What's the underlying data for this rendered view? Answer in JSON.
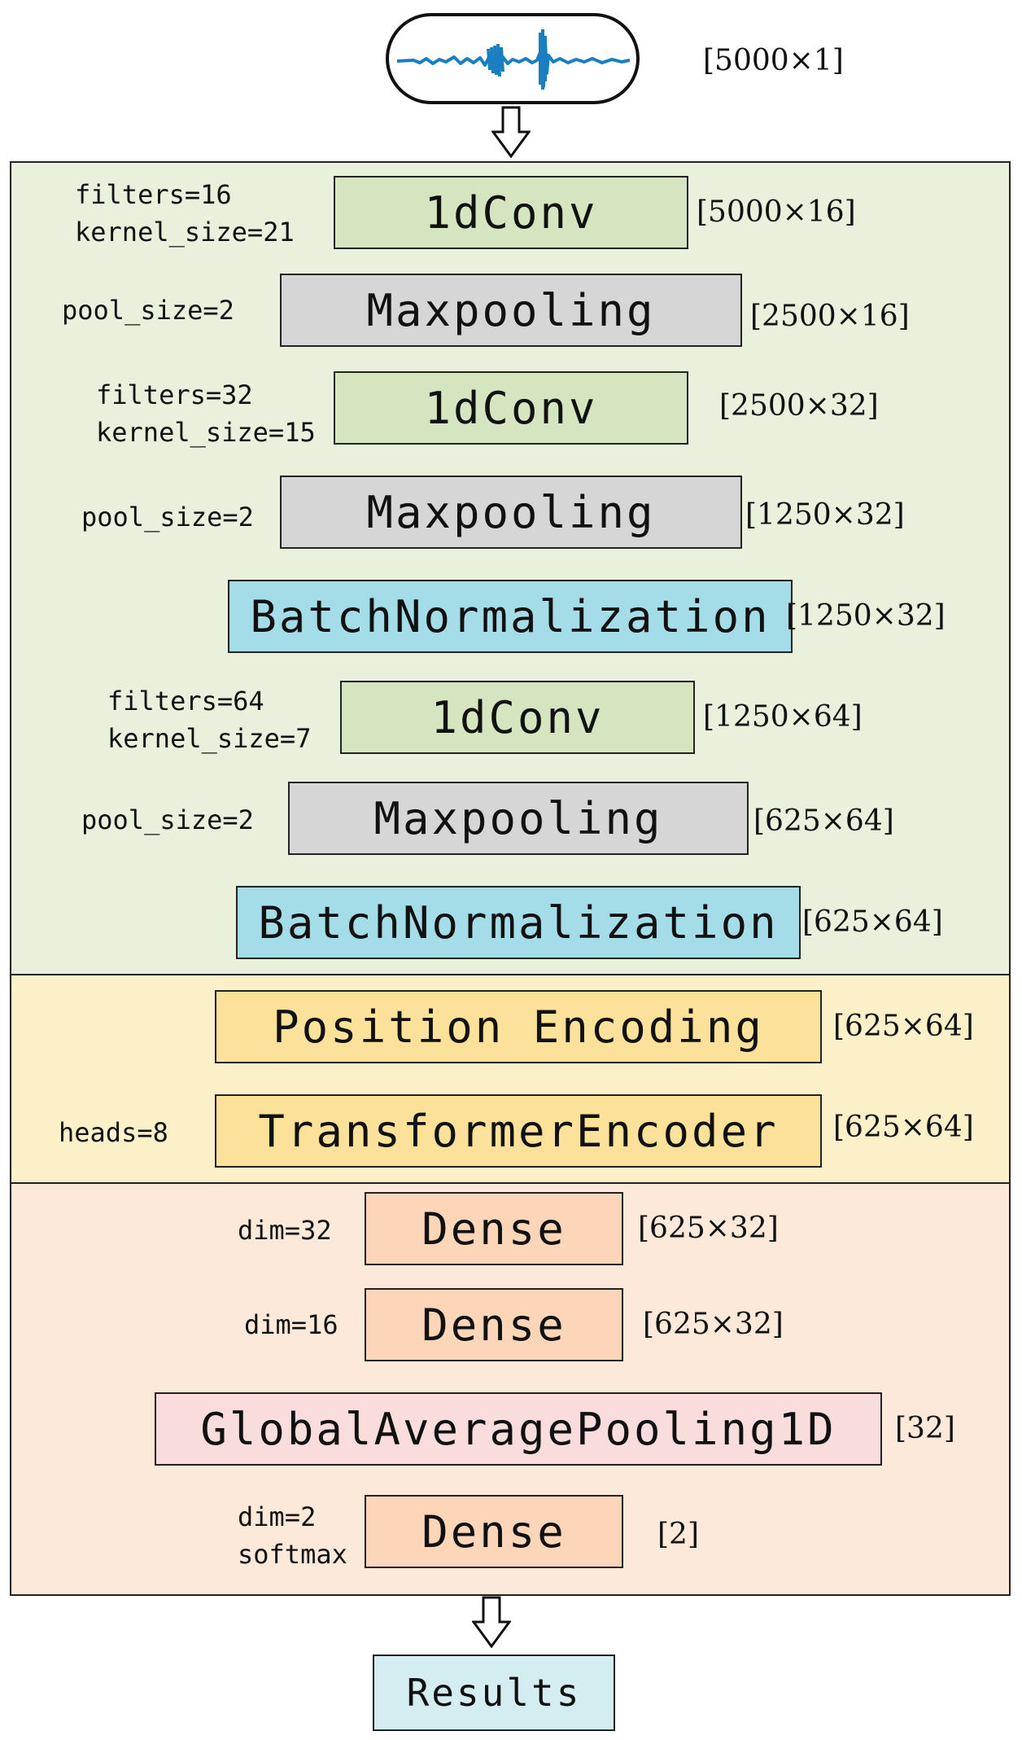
{
  "input": {
    "icon": "waveform-icon",
    "shape": "[5000×1]"
  },
  "cnn_block": {
    "layers": [
      {
        "name": "1dConv",
        "params": [
          "filters=16",
          "kernel_size=21"
        ],
        "shape": "[5000×16]"
      },
      {
        "name": "Maxpooling",
        "params": [
          "pool_size=2"
        ],
        "shape": "[2500×16]"
      },
      {
        "name": "1dConv",
        "params": [
          "filters=32",
          "kernel_size=15"
        ],
        "shape": "[2500×32]"
      },
      {
        "name": "Maxpooling",
        "params": [
          "pool_size=2"
        ],
        "shape": "[1250×32]"
      },
      {
        "name": "BatchNormalization",
        "params": [],
        "shape": "[1250×32]"
      },
      {
        "name": "1dConv",
        "params": [
          "filters=64",
          "kernel_size=7"
        ],
        "shape": "[1250×64]"
      },
      {
        "name": "Maxpooling",
        "params": [
          "pool_size=2"
        ],
        "shape": "[625×64]"
      },
      {
        "name": "BatchNormalization",
        "params": [],
        "shape": "[625×64]"
      }
    ]
  },
  "transformer_block": {
    "layers": [
      {
        "name": "Position Encoding",
        "params": [],
        "shape": "[625×64]"
      },
      {
        "name": "TransformerEncoder",
        "params": [
          "heads=8"
        ],
        "shape": "[625×64]"
      }
    ]
  },
  "dense_block": {
    "layers": [
      {
        "name": "Dense",
        "params": [
          "dim=32"
        ],
        "shape": "[625×32]"
      },
      {
        "name": "Dense",
        "params": [
          "dim=16"
        ],
        "shape": "[625×32]"
      },
      {
        "name": "GlobalAveragePooling1D",
        "params": [],
        "shape": "[32]"
      },
      {
        "name": "Dense",
        "params": [
          "dim=2",
          "softmax"
        ],
        "shape": "[2]"
      }
    ]
  },
  "output": {
    "label": "Results"
  },
  "colors": {
    "cnn_section": "#e9f1dd",
    "transformer_section": "#fcf0c8",
    "dense_section": "#fde9da",
    "conv": "#d5e5bf",
    "pool": "#d6d6d6",
    "batchnorm": "#a4dce8",
    "transformer": "#fce19a",
    "dense": "#fdd5b8",
    "gap": "#f9dcdc",
    "results": "#d4edf1",
    "waveform": "#1a7fc0"
  }
}
